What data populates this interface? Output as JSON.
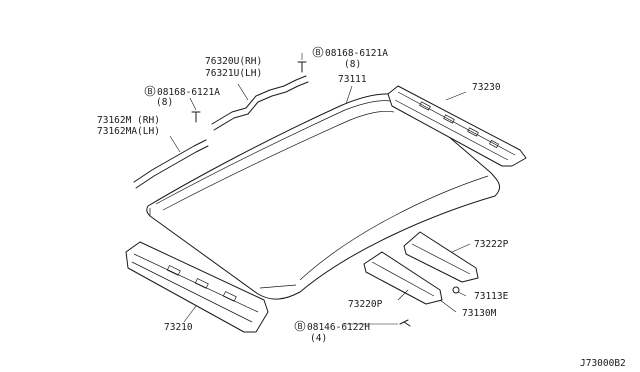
{
  "callouts": {
    "bolt_top": {
      "symbol": "B",
      "part_no": "08168-6121A",
      "qty": "(8)"
    },
    "bolt_left": {
      "symbol": "B",
      "part_no": "08168-6121A",
      "qty": "(8)"
    },
    "bolt_bottom": {
      "symbol": "B",
      "part_no": "08146-6122H",
      "qty": "(4)"
    },
    "rail_upper_rh": "76320U(RH)",
    "rail_upper_lh": "76321U(LH)",
    "rail_side_rh": "73162M (RH)",
    "rail_side_lh": "73162MA(LH)",
    "roof_panel": "73111",
    "rear_rail": "73230",
    "bow_rear": "73222P",
    "bow_front": "73220P",
    "clip": "73113E",
    "bracket": "73130M",
    "front_rail": "73210"
  },
  "diagram_code": "J73000B2"
}
